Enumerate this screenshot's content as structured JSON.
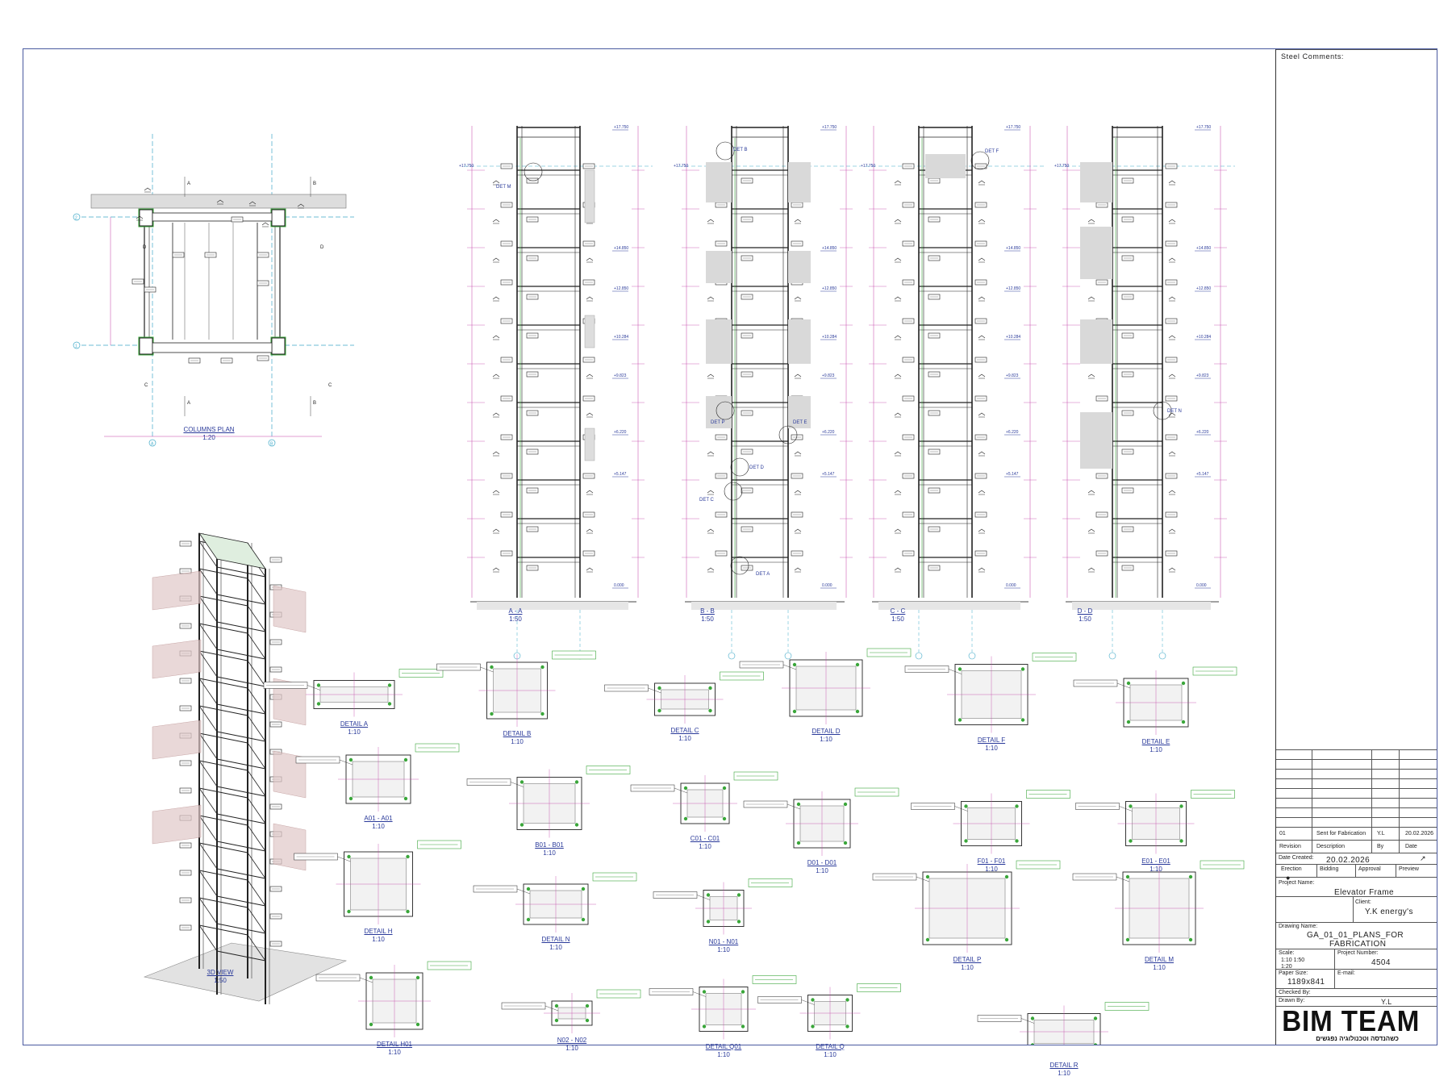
{
  "title_block": {
    "steel_comments_label": "Steel Comments:",
    "revision_entry": {
      "rev": "01",
      "description": "Sent for Fabrication",
      "by": "Y.L",
      "date": "20.02.2026"
    },
    "headers": {
      "revision": "Revision",
      "description": "Description",
      "by": "By",
      "date": "Date"
    },
    "date_created_label": "Date Created:",
    "date_created": "20.02.2026",
    "status_options": [
      "Erection",
      "Bidding",
      "Approval",
      "Preview"
    ],
    "project_name_label": "Project Name:",
    "project_name": "Elevator Frame",
    "client_label": "Client:",
    "client": "Y.K energy's",
    "drawing_name_label": "Drawing Name:",
    "drawing_name_line1": "GA_01_01_PLANS_FOR",
    "drawing_name_line2": "FABRICATION",
    "scale_label": "Scale:",
    "scale_values": "1:10   1:50",
    "scale_values2": "1:20",
    "project_number_label": "Project Number:",
    "project_number": "4504",
    "paper_size_label": "Paper Size:",
    "paper_size": "1189x841",
    "email_label": "E-mail:",
    "checked_by_label": "Checked By:",
    "drawn_by_label": "Drawn By:",
    "drawn_by": "Y.L",
    "logo_text": "BIM TEAM",
    "logo_subtitle": "כשהנדסה וטכנולוגיה נפגשים"
  },
  "views": {
    "columns_plan": {
      "name": "COLUMNS PLAN",
      "scale": "1:20"
    },
    "section_a": {
      "name": "A - A",
      "scale": "1:50"
    },
    "section_b": {
      "name": "B - B",
      "scale": "1:50"
    },
    "section_c": {
      "name": "C - C",
      "scale": "1:50"
    },
    "section_d": {
      "name": "D - D",
      "scale": "1:50"
    },
    "view_3d": {
      "name": "3D VIEW",
      "scale": "1:50"
    }
  },
  "details": [
    {
      "name": "DETAIL A",
      "scale": "1:10"
    },
    {
      "name": "DETAIL B",
      "scale": "1:10"
    },
    {
      "name": "DETAIL C",
      "scale": "1:10"
    },
    {
      "name": "DETAIL D",
      "scale": "1:10"
    },
    {
      "name": "DETAIL F",
      "scale": "1:10"
    },
    {
      "name": "DETAIL E",
      "scale": "1:10"
    },
    {
      "name": "A01 - A01",
      "scale": "1:10"
    },
    {
      "name": "B01 - B01",
      "scale": "1:10"
    },
    {
      "name": "C01 - C01",
      "scale": "1:10"
    },
    {
      "name": "D01 - D01",
      "scale": "1:10"
    },
    {
      "name": "F01 - F01",
      "scale": "1:10"
    },
    {
      "name": "E01 - E01",
      "scale": "1:10"
    },
    {
      "name": "DETAIL H",
      "scale": "1:10"
    },
    {
      "name": "DETAIL N",
      "scale": "1:10"
    },
    {
      "name": "N01 - N01",
      "scale": "1:10"
    },
    {
      "name": "DETAIL P",
      "scale": "1:10"
    },
    {
      "name": "DETAIL M",
      "scale": "1:10"
    },
    {
      "name": "DETAIL H01",
      "scale": "1:10"
    },
    {
      "name": "N02 - N02",
      "scale": "1:10"
    },
    {
      "name": "DETAIL Q01",
      "scale": "1:10"
    },
    {
      "name": "DETAIL Q",
      "scale": "1:10"
    },
    {
      "name": "DETAIL R",
      "scale": "1:10"
    }
  ],
  "elevation_marks": [
    "+17.750",
    "+14.850",
    "+12.850",
    "+10.284",
    "+9.823",
    "+6.220",
    "+5.147",
    "0.000"
  ],
  "det_markers": [
    "DET M",
    "DET B",
    "DET F",
    "DET P",
    "DET E",
    "DET D",
    "DET C",
    "DET A",
    "DET N"
  ],
  "plan_grid": [
    "A",
    "B",
    "C",
    "D",
    "1",
    "2"
  ],
  "colors": {
    "ink": "#222222",
    "label_blue": "#2a3a9a",
    "dim_magenta": "#c23fa6",
    "weld_green": "#3aa63a",
    "grid_cyan": "#3fa9c8",
    "fill_gray": "#d9d9d9"
  }
}
